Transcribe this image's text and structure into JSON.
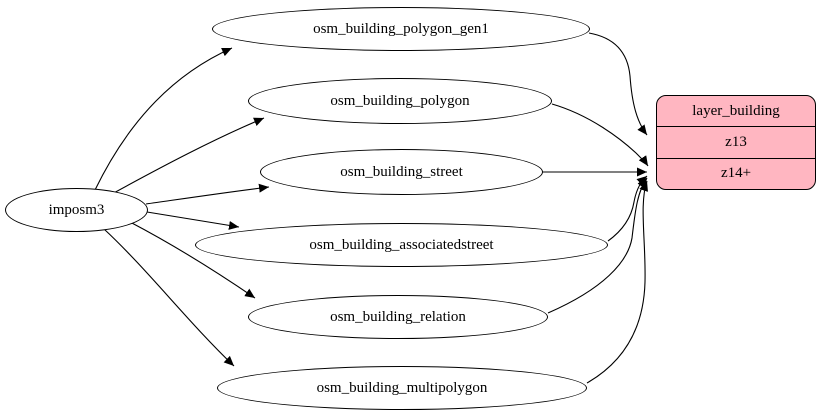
{
  "diagram_type": "graphviz-etl",
  "nodes": {
    "imposm3": {
      "label": "imposm3"
    },
    "tables": [
      {
        "label": "osm_building_polygon_gen1"
      },
      {
        "label": "osm_building_polygon"
      },
      {
        "label": "osm_building_street"
      },
      {
        "label": "osm_building_associatedstreet"
      },
      {
        "label": "osm_building_relation"
      },
      {
        "label": "osm_building_multipolygon"
      }
    ],
    "layer": {
      "title": "layer_building",
      "row_z13": "z13",
      "row_z14": "z14+"
    }
  },
  "edges": [
    {
      "from": "imposm3",
      "to": "osm_building_polygon_gen1"
    },
    {
      "from": "imposm3",
      "to": "osm_building_polygon"
    },
    {
      "from": "imposm3",
      "to": "osm_building_street"
    },
    {
      "from": "imposm3",
      "to": "osm_building_associatedstreet"
    },
    {
      "from": "imposm3",
      "to": "osm_building_relation"
    },
    {
      "from": "imposm3",
      "to": "osm_building_multipolygon"
    },
    {
      "from": "osm_building_polygon_gen1",
      "to": "layer_building",
      "port": "z13"
    },
    {
      "from": "osm_building_polygon",
      "to": "layer_building",
      "port": "z14+"
    },
    {
      "from": "osm_building_street",
      "to": "layer_building",
      "port": "z14+"
    },
    {
      "from": "osm_building_associatedstreet",
      "to": "layer_building",
      "port": "z14+"
    },
    {
      "from": "osm_building_relation",
      "to": "layer_building",
      "port": "z14+"
    },
    {
      "from": "osm_building_multipolygon",
      "to": "layer_building",
      "port": "z14+"
    }
  ],
  "colors": {
    "layer_fill": "#ffb6c1",
    "table_fill": "#ffffff",
    "stroke": "#000000",
    "background": "#ffffff"
  }
}
